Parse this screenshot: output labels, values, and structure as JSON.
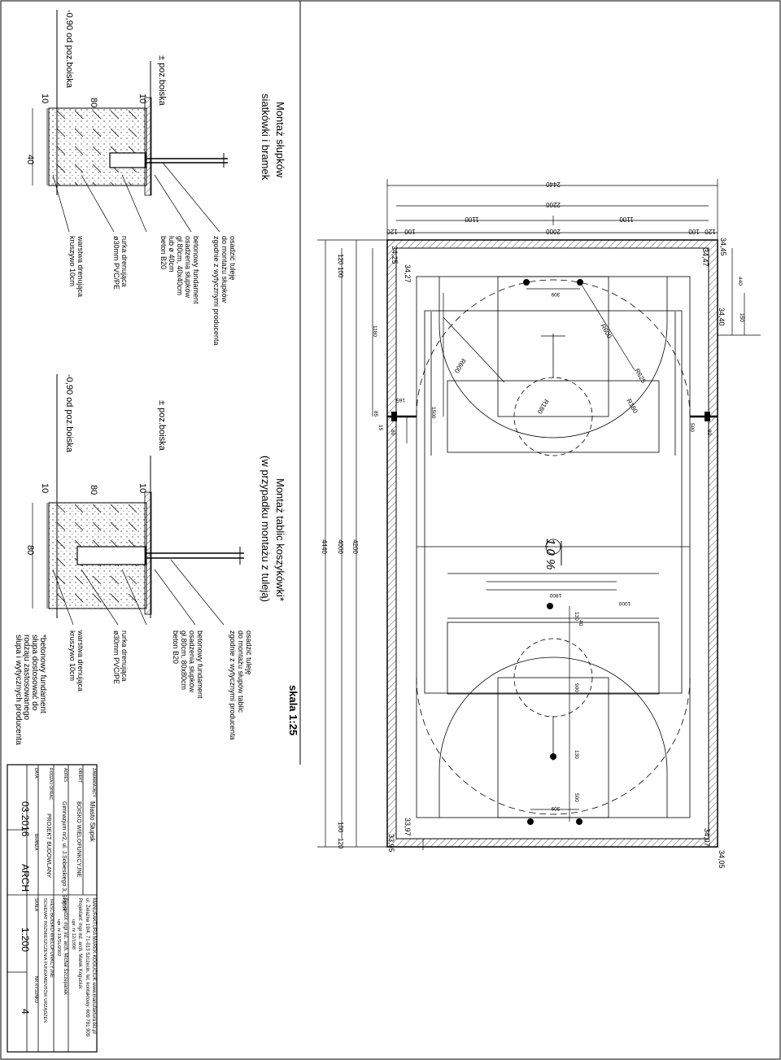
{
  "details": {
    "net_posts": {
      "title_line1": "Montaż słupków",
      "title_line2": "siatkówki i bramek",
      "level_zero": "± poz.boiska",
      "level_minus": "-0,90  od poz.boiska",
      "dim_top": [
        "10",
        "80",
        "10"
      ],
      "dim_side": "40",
      "notes": [
        "osadzić tuleję",
        "do montażu słupków",
        "zgodnie z wytycznymi producenta",
        "betonowy fundament",
        "osadzenia słupków",
        "gł.80cm, 40x40cm",
        "lub ø 40cm",
        "beton B20",
        "rurka drenująca",
        "ø30mm PVC/PE",
        "warstwa drenująca",
        "kruszywo 10cm"
      ]
    },
    "basket_posts": {
      "title_line1": "Montaż tablic koszykówki*",
      "title_line2": "(w przypadku montażu z tuleją)",
      "level_zero": "± poz.boiska",
      "level_minus": "-0,90  od poz.boiska",
      "dim_top": [
        "10",
        "80",
        "10"
      ],
      "dim_side": "80",
      "notes": [
        "osadzić tuleję",
        "do montażu słupów tablic",
        "zgodnie z wytycznymi producenta",
        "betonowy fundament",
        "osadzenia słupków",
        "gł.80cm, 80x80cm",
        "beton B20",
        "rurka drenująca",
        "ø30mm PVC/PE",
        "warstwa drenująca",
        "kruszywo 10cm"
      ],
      "footnote": [
        "*betonowy fundament",
        "słupa dostosować do",
        "rodzaju zastosowanego",
        "słupa i wytycznych producenta"
      ]
    },
    "scale": "skala 1:25"
  },
  "plan": {
    "dims_top": [
      "2440",
      "2200",
      "1100",
      "1100",
      "120",
      "100",
      "2000",
      "100",
      "120"
    ],
    "dims_bottom": [
      "4440",
      "4000",
      "4200",
      "120",
      "100",
      "100",
      "120"
    ],
    "elevations": [
      "34,25",
      "34,27",
      "34,45",
      "34,47",
      "34,40",
      "33,97",
      "33,95",
      "34,07",
      "34,05"
    ],
    "slope": "1,0 %",
    "radii": [
      "R600",
      "R600",
      "R625",
      "R180",
      "R180"
    ],
    "court_dims": [
      "1500",
      "1800",
      "1000",
      "900",
      "309",
      "309",
      "500",
      "500",
      "165",
      "1180",
      "440",
      "150",
      "130",
      "130",
      "40",
      "80",
      "80",
      "15",
      "85"
    ]
  },
  "title_block": {
    "company_line1": "MANUFAKTURA MAREK KOGUCIUK  www.manufaktura.biz.pl",
    "company_line2": "ul. Żelazna 19/4, 71-013 Szczecin, tel. kontaktowy: 609 781 909",
    "designer_line1": "Projektant: mgr inż. arch. Marek Koguciuk",
    "designer_line2": "upr. nr 12/1998",
    "checker_line1": "Sprawdził: mgr inż. arch. Michał Szczepanek",
    "checker_line2": "upr. nr 19/SL/2002",
    "client_label": "ZAMAWIAJĄCY",
    "client": "Miasto Słupsk",
    "object_label": "OBIEKT",
    "object": "BOISKO WIELOFUNKCYJNE",
    "address_label": "ADRES",
    "address": "Gimnazjum nr2, ul. J.Sobieskiego 3, Słupsk",
    "type_label": "RODZAJ OPRAC.",
    "type": "PROJEKT BUDOWLANY",
    "content_label": "TREŚĆ",
    "content_line1": "BOISKO WIELOFUNKCYJNE",
    "content_line2": "SCHEMAT ROZMIESZCZENIA FUNDAMENTÓW URZĄDZEŃ",
    "date_label": "DATA",
    "date": "03.2016",
    "branch_label": "BRANŻA",
    "branch": "ARCH",
    "scale_label": "SKALA",
    "scale": "1:200",
    "sheet_label": "NR RYSUNKU",
    "sheet": "4"
  }
}
